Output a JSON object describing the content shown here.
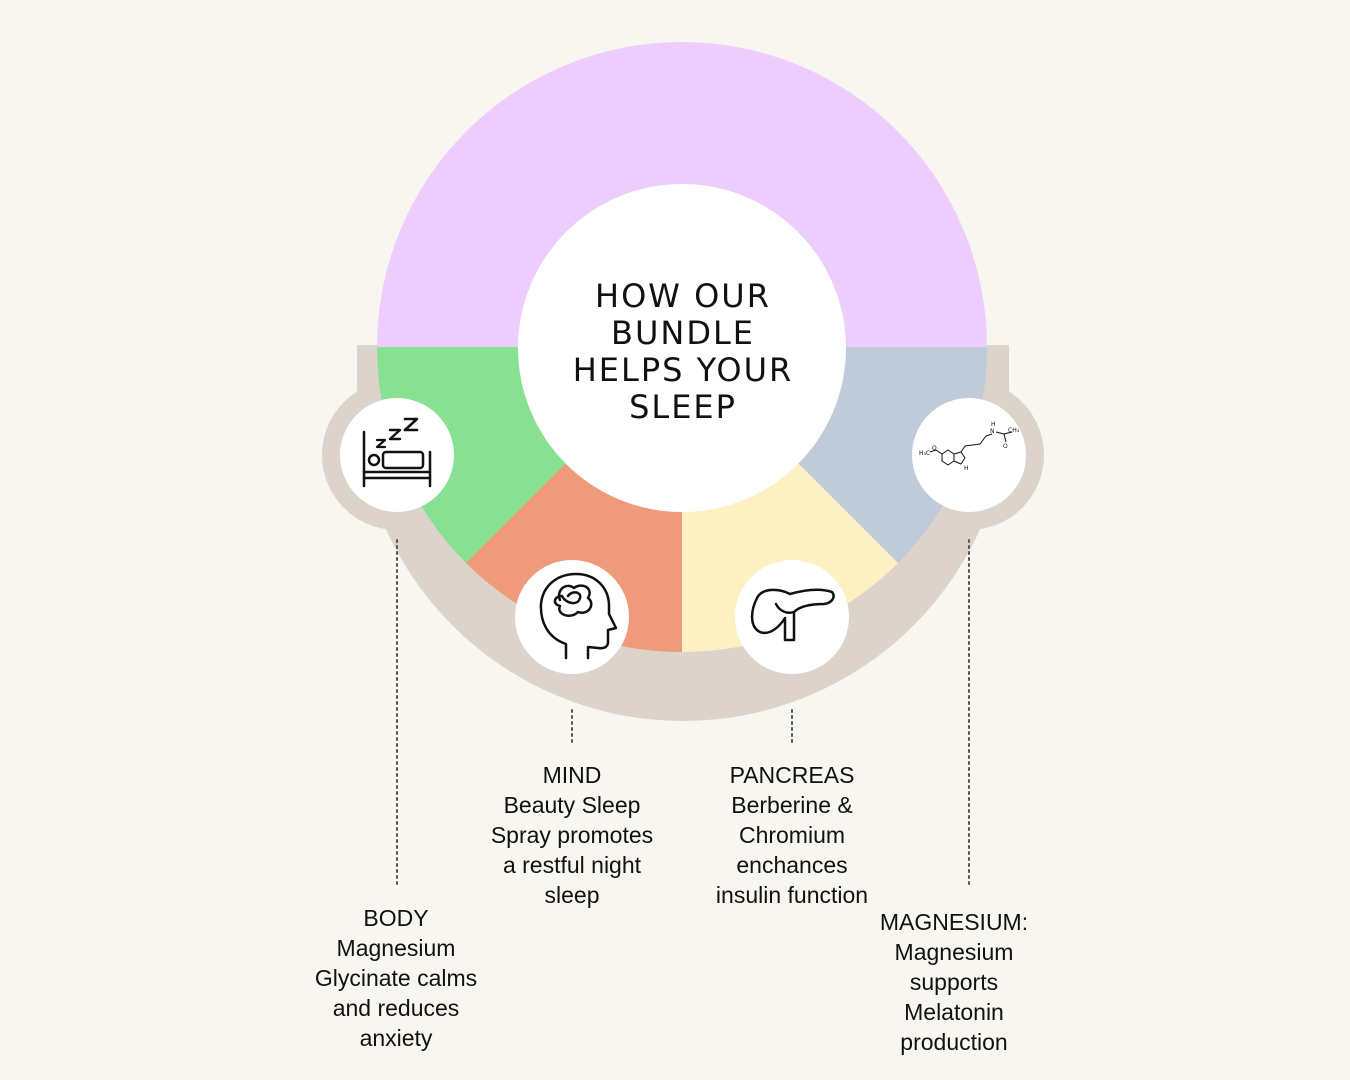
{
  "title": "HOW OUR BUNDLE\nHELPS YOUR\nSLEEP",
  "colors": {
    "background": "#f8f6f0",
    "top_arc": "#edcdfd",
    "body": "#88e093",
    "mind": "#ef9a7a",
    "pancreas": "#fdf0c3",
    "magnesium": "#bfcbd9",
    "rim": "#dcd3ca"
  },
  "segments": [
    {
      "key": "body",
      "icon": "sleeping-in-bed-icon",
      "heading": "BODY",
      "lines": [
        "Magnesium",
        "Glycinate calms",
        "and reduces",
        "anxiety"
      ]
    },
    {
      "key": "mind",
      "icon": "tangled-mind-head-icon",
      "heading": "MIND",
      "lines": [
        "Beauty Sleep",
        "Spray promotes",
        "a restful night",
        "sleep"
      ]
    },
    {
      "key": "pancreas",
      "icon": "pancreas-icon",
      "heading": "PANCREAS",
      "lines": [
        "Berberine &",
        "Chromium",
        "enchances",
        "insulin function"
      ]
    },
    {
      "key": "magnesium",
      "icon": "melatonin-molecule-icon",
      "heading": "MAGNESIUM:",
      "lines": [
        "Magnesium",
        "supports",
        "Melatonin",
        "production"
      ]
    }
  ],
  "molecule_labels": {
    "methoxy": "H₃C",
    "oxygen": "O",
    "amine": "N",
    "indole_h": "H",
    "carbonyl": "O",
    "methyl": "CH₃",
    "nh": "H"
  }
}
